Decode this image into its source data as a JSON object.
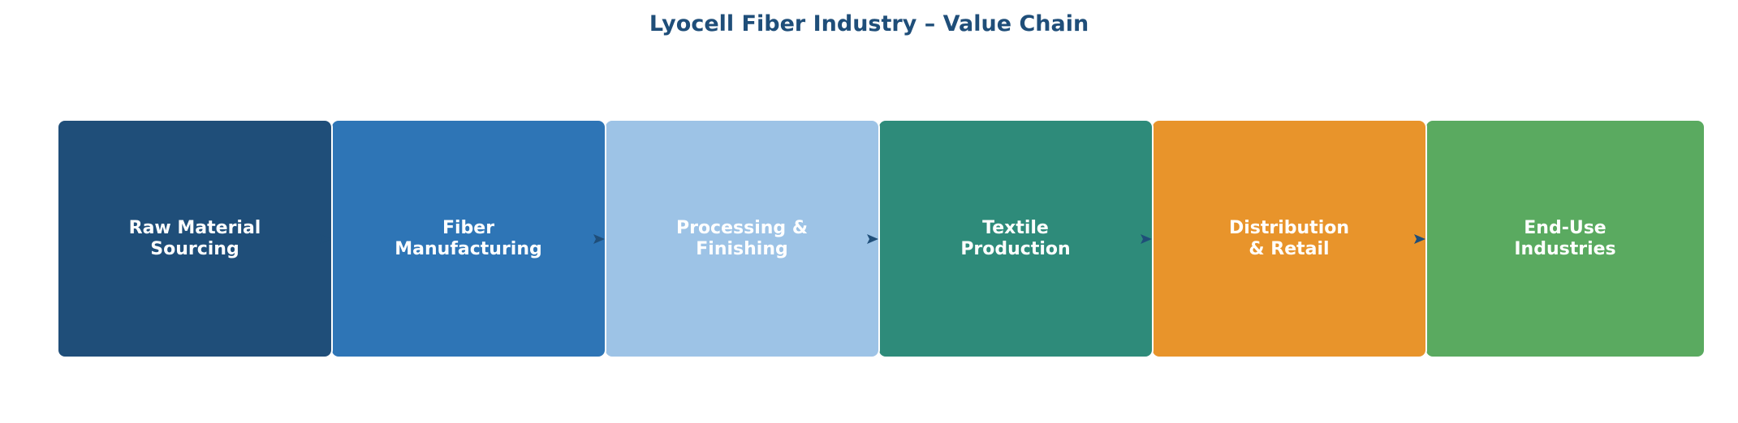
{
  "title": "Lyocell Fiber Industry – Value Chain",
  "stages": [
    {
      "label": "Raw Material\nSourcing",
      "color": "#1f4e79"
    },
    {
      "label": "Fiber\nManufacturing",
      "color": "#2e75b6"
    },
    {
      "label": "Processing &\nFinishing",
      "color": "#9dc3e6"
    },
    {
      "label": "Textile\nProduction",
      "color": "#2e8b7a"
    },
    {
      "label": "Distribution\n& Retail",
      "color": "#e8942b"
    },
    {
      "label": "End-Use\nIndustries",
      "color": "#5aaa60"
    }
  ],
  "arrow_color": "#1f4e79"
}
